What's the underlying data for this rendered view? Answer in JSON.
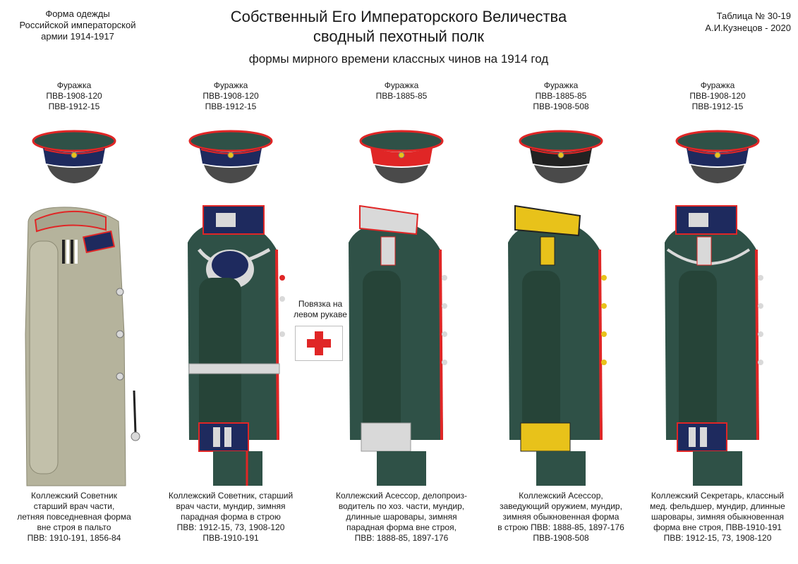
{
  "header": {
    "left_lines": [
      "Форма одежды",
      "Российской императорской",
      "армии  1914-1917"
    ],
    "title_line1": "Собственный Его Императорского Величества",
    "title_line2": "сводный пехотный полк",
    "subtitle": "формы мирного времени классных чинов на 1914 год",
    "table_no": "Таблица №  30-19",
    "author": "А.И.Кузнецов - 2020"
  },
  "colors": {
    "tunic_green": "#2f5147",
    "coat_khaki": "#b5b39c",
    "piping_red": "#e02626",
    "navy": "#1e2a5e",
    "gold": "#e8c21a",
    "silver": "#d9d9d9",
    "black": "#222222"
  },
  "armband": {
    "label_lines": [
      "Повязка на",
      "левом рукаве"
    ],
    "icon": "red-cross-icon"
  },
  "figures": [
    {
      "cap_label": [
        "Фуражка",
        "ПВВ-1908-120",
        "ПВВ-1912-15"
      ],
      "band": "navy",
      "description": [
        "Коллежский Советник",
        "старший врач части,",
        "летняя повседневная форма",
        "вне строя в пальто",
        "ПВВ: 1910-191, 1856-84"
      ]
    },
    {
      "cap_label": [
        "Фуражка",
        "ПВВ-1908-120",
        "ПВВ-1912-15"
      ],
      "band": "navy",
      "description": [
        "Коллежский Советник, старший",
        "врач части, мундир, зимняя",
        "парадная форма в строю",
        "ПВВ: 1912-15, 73, 1908-120",
        "ПВВ-1910-191"
      ]
    },
    {
      "cap_label": [
        "Фуражка",
        "ПВВ-1885-85"
      ],
      "band": "red",
      "description": [
        "Коллежский Асессор, делопроиз-",
        "водитель по хоз. части, мундир,",
        "длинные  шаровары, зимняя",
        "парадная форма вне строя,",
        "ПВВ: 1888-85, 1897-176"
      ]
    },
    {
      "cap_label": [
        "Фуражка",
        "ПВВ-1885-85",
        "ПВВ-1908-508"
      ],
      "band": "black",
      "description": [
        "Коллежский Асессор,",
        "заведующий оружием, мундир,",
        "зимняя обыкновенная форма",
        "в строю  ПВВ: 1888-85, 1897-176",
        "ПВВ-1908-508"
      ]
    },
    {
      "cap_label": [
        "Фуражка",
        "ПВВ-1908-120",
        "ПВВ-1912-15"
      ],
      "band": "navy",
      "description": [
        "Коллежский Секретарь, классный",
        "мед. фельдшер,  мундир, длинные",
        "шаровары, зимняя обыкновенная",
        "форма вне строя,   ПВВ-1910-191",
        "ПВВ: 1912-15, 73, 1908-120"
      ]
    }
  ]
}
